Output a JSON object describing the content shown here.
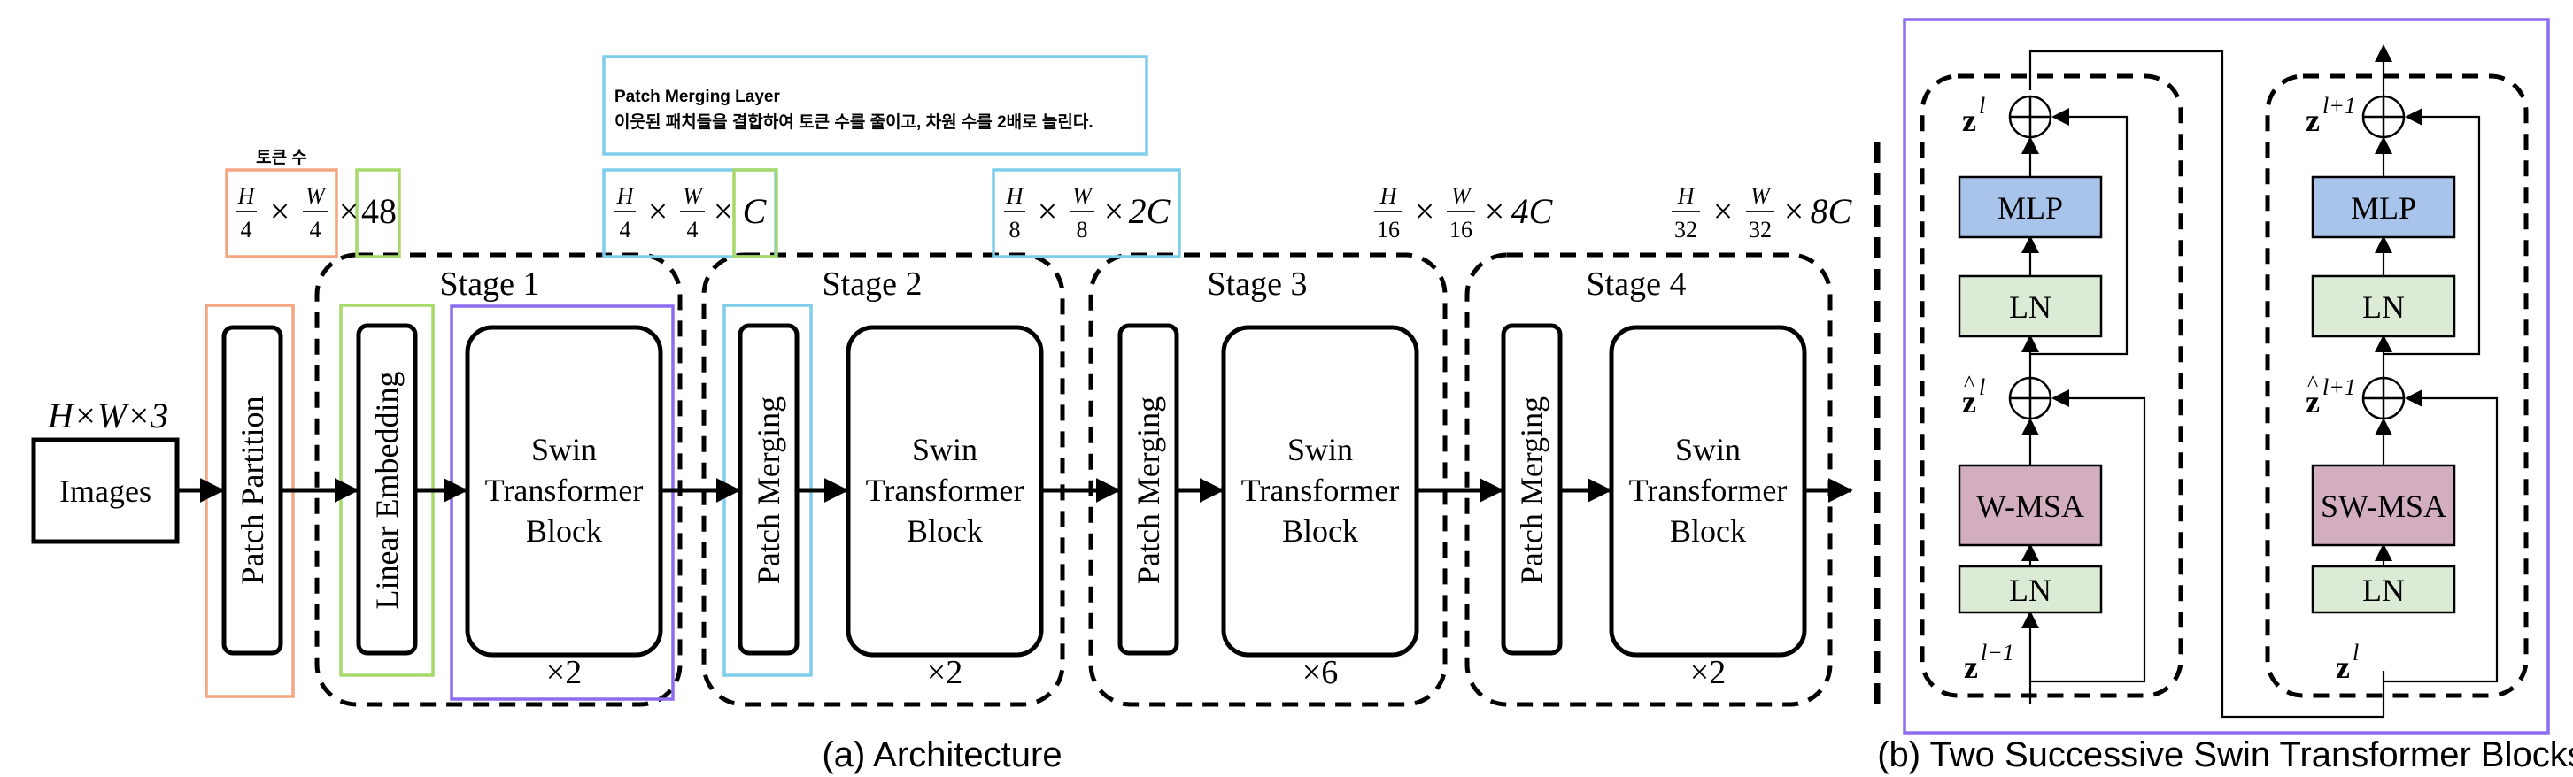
{
  "architecture": {
    "caption": "(a) Architecture",
    "input_dims": "H×W×3",
    "images_label": "Images",
    "patch_partition_label": "Patch Partition",
    "linear_embedding_label": "Linear Embedding",
    "patch_merging_label": "Patch Merging",
    "swin_line1": "Swin",
    "swin_line2": "Transformer",
    "swin_line3": "Block",
    "token_note": "토큰 수",
    "dims": {
      "d48": {
        "n1": "H",
        "d1": "4",
        "n2": "W",
        "d2": "4",
        "suffix": "48"
      },
      "dC": {
        "n1": "H",
        "d1": "4",
        "n2": "W",
        "d2": "4",
        "suffix": "C"
      },
      "d2C": {
        "n1": "H",
        "d1": "8",
        "n2": "W",
        "d2": "8",
        "suffix": "2C"
      },
      "d4C": {
        "n1": "H",
        "d1": "16",
        "n2": "W",
        "d2": "16",
        "suffix": "4C"
      },
      "d8C": {
        "n1": "H",
        "d1": "32",
        "n2": "W",
        "d2": "32",
        "suffix": "8C"
      }
    },
    "patch_merging_note": {
      "title": "Patch Merging Layer",
      "body": "이웃된 패치들을 결합하여 토큰 수를 줄이고, 차원 수를 2배로 늘린다."
    },
    "stages": [
      {
        "title": "Stage 1",
        "repeat": "×2"
      },
      {
        "title": "Stage 2",
        "repeat": "×2"
      },
      {
        "title": "Stage 3",
        "repeat": "×6"
      },
      {
        "title": "Stage 4",
        "repeat": "×2"
      }
    ]
  },
  "blocks": {
    "caption": "(b) Two Successive Swin Transformer Blocks",
    "left": {
      "mlp": "MLP",
      "ln_top": "LN",
      "attn": "W-MSA",
      "ln_bottom": "LN",
      "z_out_sup": "l",
      "z_hat_sup": "l",
      "z_in_sup": "l−1"
    },
    "right": {
      "mlp": "MLP",
      "ln_top": "LN",
      "attn": "SW-MSA",
      "ln_bottom": "LN",
      "z_out_sup": "l+1",
      "z_hat_sup": "l+1",
      "z_in_sup": "l"
    },
    "z_symbol": "z"
  },
  "colors": {
    "orange": "#f4a582",
    "green": "#a6d96a",
    "cyan": "#7fcdea",
    "purple": "#8e6cf0",
    "mlp_fill": "#a9c4ea",
    "ln_fill": "#dcebd6",
    "msa_fill": "#d3aebf"
  }
}
